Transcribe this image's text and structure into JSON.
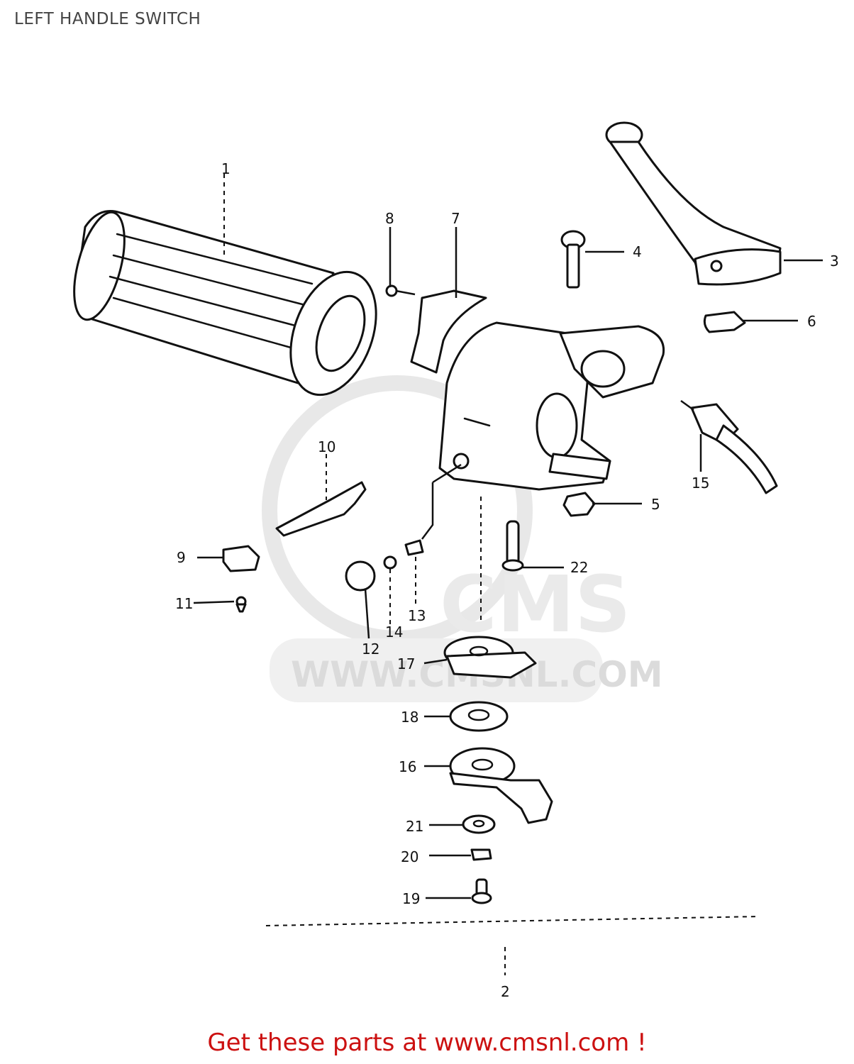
{
  "title": "LEFT HANDLE SWITCH",
  "watermark": {
    "brand": "CMS",
    "url": "WWW.CMSNL.COM"
  },
  "callouts": [
    "1",
    "2",
    "3",
    "4",
    "5",
    "6",
    "7",
    "8",
    "9",
    "10",
    "11",
    "12",
    "13",
    "14",
    "15",
    "16",
    "17",
    "18",
    "19",
    "20",
    "21",
    "22"
  ],
  "cta": {
    "text": "Get these parts at www.cmsnl.com !",
    "color": "#cc1111"
  }
}
